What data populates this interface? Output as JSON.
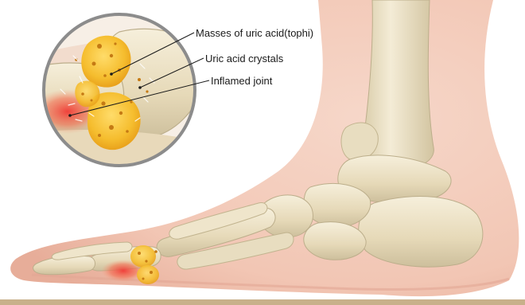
{
  "labels": {
    "tophi": "Masses of uric acid(tophi)",
    "crystals": "Uric acid crystals",
    "inflamed_joint": "Inflamed joint"
  },
  "colors": {
    "skin": "#f4cfc0",
    "skin_shadow": "#e9b3a1",
    "bone": "#ede3c9",
    "bone_shadow": "#cfc2a1",
    "tophi": "#f6c133",
    "inflammation": "#f0483e",
    "magnifier_ring": "#8c8c8c",
    "bottom_bar": "#c8b08a"
  }
}
